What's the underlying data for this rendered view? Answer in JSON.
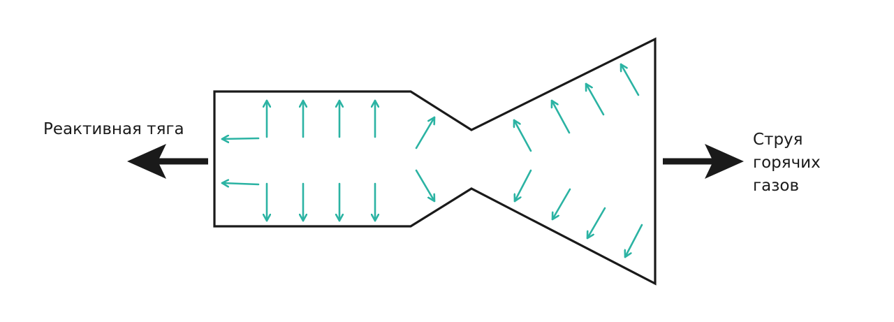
{
  "labels": {
    "thrust": "Реактивная тяга",
    "jet_lines": [
      "Струя",
      "горячих",
      "газов"
    ]
  },
  "colors": {
    "outline": "#1a1a1a",
    "flow_arrow": "#2bb3a3",
    "big_arrow": "#1a1a1a"
  }
}
